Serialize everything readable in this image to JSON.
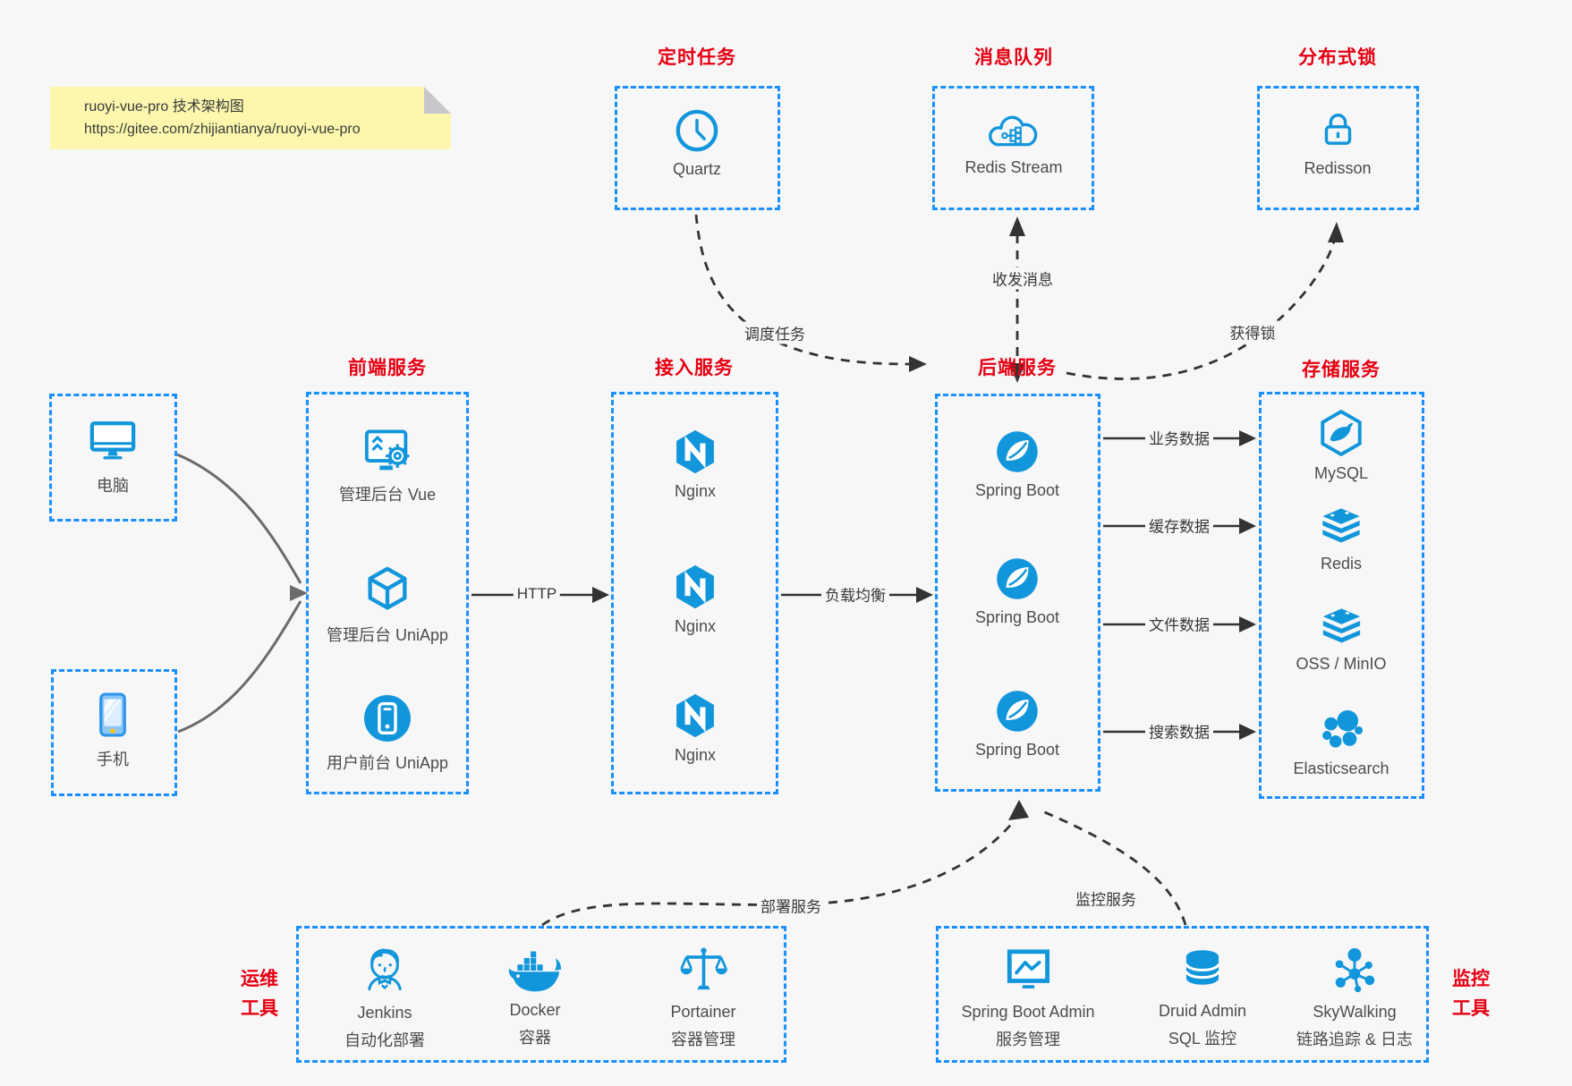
{
  "note": {
    "line1": "ruoyi-vue-pro 技术架构图",
    "line2": "https://gitee.com/zhijiantianya/ruoyi-vue-pro"
  },
  "top_groups": [
    {
      "title": "定时任务",
      "item": {
        "label": "Quartz",
        "icon": "clock-icon"
      }
    },
    {
      "title": "消息队列",
      "item": {
        "label": "Redis Stream",
        "icon": "cloud-stream-icon"
      }
    },
    {
      "title": "分布式锁",
      "item": {
        "label": "Redisson",
        "icon": "lock-icon"
      }
    }
  ],
  "devices": [
    {
      "label": "电脑",
      "icon": "desktop-icon"
    },
    {
      "label": "手机",
      "icon": "smartphone-icon"
    }
  ],
  "columns": [
    {
      "title": "前端服务",
      "items": [
        {
          "label": "管理后台 Vue",
          "icon": "admin-vue-icon"
        },
        {
          "label": "管理后台 UniApp",
          "icon": "uniapp-cube-icon"
        },
        {
          "label": "用户前台 UniApp",
          "icon": "user-app-icon"
        }
      ]
    },
    {
      "title": "接入服务",
      "items": [
        {
          "label": "Nginx",
          "icon": "nginx-icon"
        },
        {
          "label": "Nginx",
          "icon": "nginx-icon"
        },
        {
          "label": "Nginx",
          "icon": "nginx-icon"
        }
      ]
    },
    {
      "title": "后端服务",
      "items": [
        {
          "label": "Spring Boot",
          "icon": "spring-icon"
        },
        {
          "label": "Spring Boot",
          "icon": "spring-icon"
        },
        {
          "label": "Spring Boot",
          "icon": "spring-icon"
        }
      ]
    },
    {
      "title": "存储服务",
      "items": [
        {
          "label": "MySQL",
          "icon": "mysql-icon"
        },
        {
          "label": "Redis",
          "icon": "redis-stack-icon"
        },
        {
          "label": "OSS / MinIO",
          "icon": "oss-stack-icon"
        },
        {
          "label": "Elasticsearch",
          "icon": "elasticsearch-icon"
        }
      ]
    }
  ],
  "edge_labels": {
    "http": "HTTP",
    "load_balance": "负载均衡",
    "schedule": "调度任务",
    "messaging": "收发消息",
    "lock": "获得锁",
    "business_data": "业务数据",
    "cache_data": "缓存数据",
    "file_data": "文件数据",
    "search_data": "搜索数据",
    "deploy": "部署服务",
    "monitor": "监控服务"
  },
  "bottom_groups": [
    {
      "side_label_line1": "运维",
      "side_label_line2": "工具",
      "items": [
        {
          "label": "Jenkins",
          "sublabel": "自动化部署",
          "icon": "jenkins-icon"
        },
        {
          "label": "Docker",
          "sublabel": "容器",
          "icon": "docker-icon"
        },
        {
          "label": "Portainer",
          "sublabel": "容器管理",
          "icon": "portainer-scale-icon"
        }
      ]
    },
    {
      "side_label_line1": "监控",
      "side_label_line2": "工具",
      "items": [
        {
          "label": "Spring Boot Admin",
          "sublabel": "服务管理",
          "icon": "monitor-chart-icon"
        },
        {
          "label": "Druid Admin",
          "sublabel": "SQL 监控",
          "icon": "database-icon"
        },
        {
          "label": "SkyWalking",
          "sublabel": "链路追踪 & 日志",
          "icon": "topology-icon"
        }
      ]
    }
  ],
  "colors": {
    "box_border": "#1890ff",
    "icon_blue": "#1296db",
    "title_red": "#e60012",
    "note_bg": "#fcf7ad",
    "canvas_bg": "#f7f7f8",
    "arrow_dark": "#333333",
    "device_line": "#6b6b6b"
  }
}
